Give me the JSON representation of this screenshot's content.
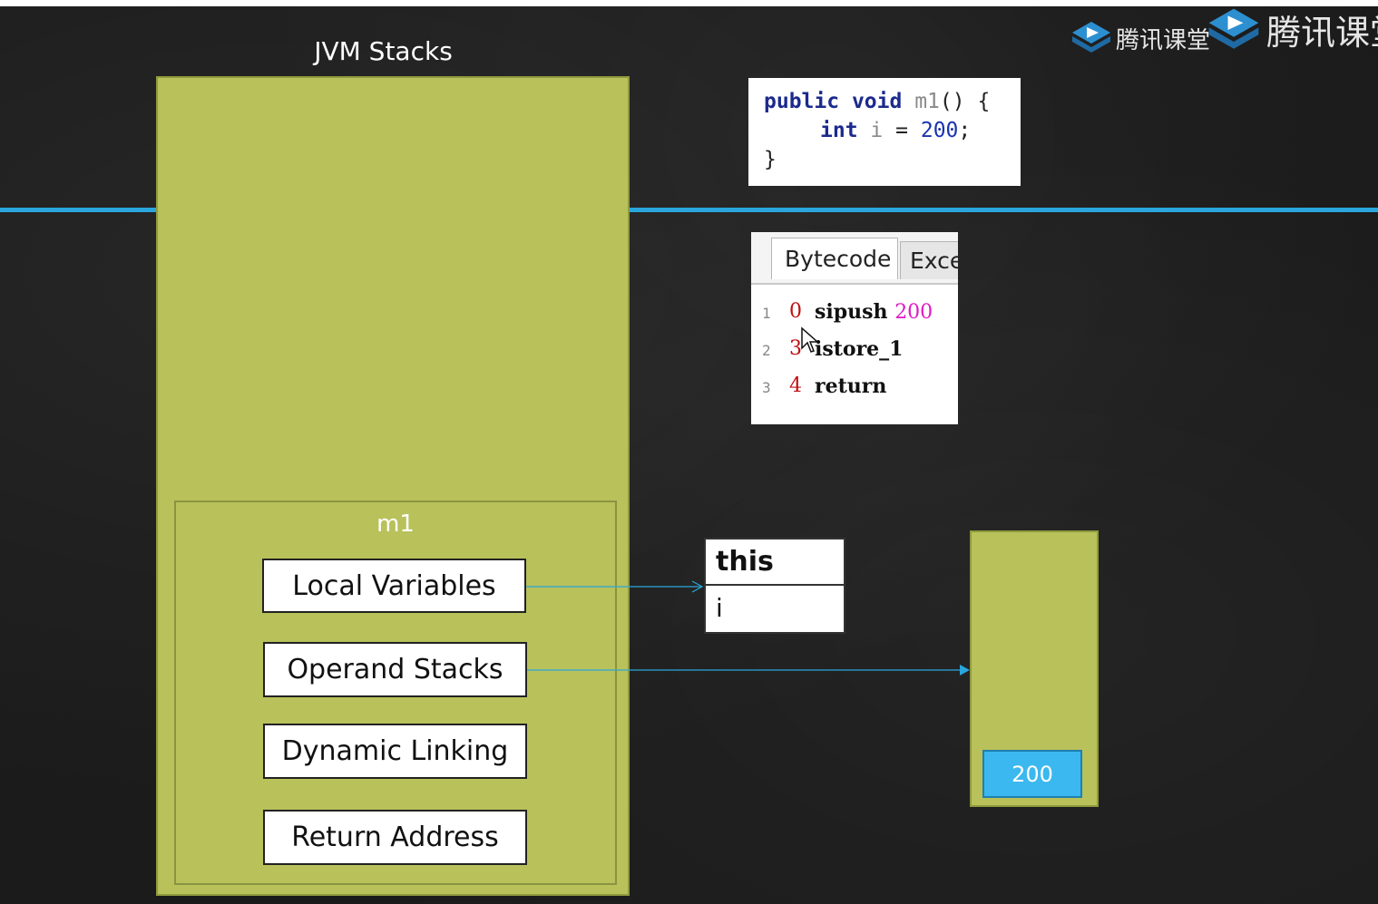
{
  "title": "JVM Stacks",
  "frame": {
    "label": "m1",
    "items": [
      "Local Variables",
      "Operand Stacks",
      "Dynamic Linking",
      "Return Address"
    ]
  },
  "code": {
    "kw_public": "public",
    "kw_void": "void",
    "method_name": "m1",
    "paren_brace": "() {",
    "kw_int": "int",
    "var": "i",
    "eq": "=",
    "value": "200",
    "semi": ";",
    "close": "}"
  },
  "bytecode": {
    "tab_active": "Bytecode",
    "tab_inactive": "Exce",
    "rows": [
      {
        "line": "1",
        "offset": "0",
        "op": "sipush",
        "arg": "200"
      },
      {
        "line": "2",
        "offset": "3",
        "op": "istore_1",
        "arg": ""
      },
      {
        "line": "3",
        "offset": "4",
        "op": "return",
        "arg": ""
      }
    ]
  },
  "local_variables_table": [
    "this",
    "i"
  ],
  "operand_stack": {
    "values": [
      "200"
    ]
  },
  "watermark": {
    "small": "腾讯课堂",
    "large": "腾讯课堂"
  },
  "colors": {
    "stack_green": "#b8c15a",
    "accent_blue": "#2aa6dc",
    "operand_blue": "#3bb8ef",
    "background": "#1b1b1b"
  }
}
